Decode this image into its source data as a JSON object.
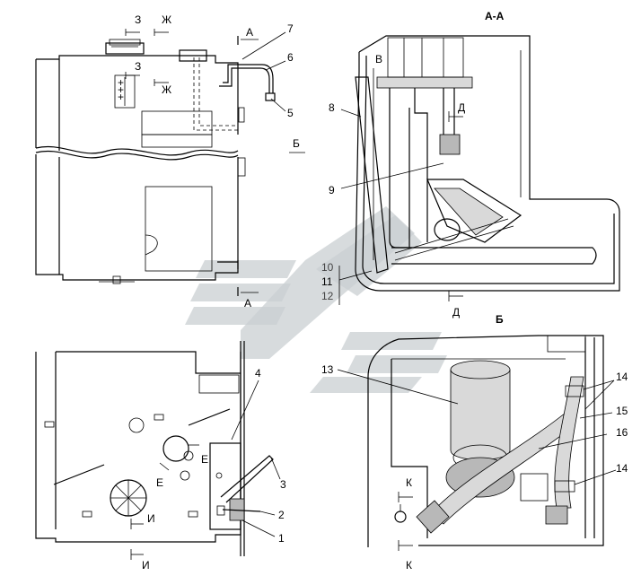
{
  "section_labels": {
    "z_top_left": "З",
    "zh_top_left": "Ж",
    "z_mid_left": "З",
    "zh_mid_left": "Ж",
    "a_top": "А",
    "a_bottom": "А",
    "b_arrow": "Б",
    "aa_title": "А-А",
    "v_label": "В",
    "d_top": "Д",
    "d_bottom": "Д",
    "b_title": "Б",
    "k_top": "К",
    "k_bottom": "К",
    "e_left": "Е",
    "e_right": "Е",
    "i_top": "И",
    "i_bottom": "И"
  },
  "callouts": {
    "c1": "1",
    "c2": "2",
    "c3": "3",
    "c4": "4",
    "c5": "5",
    "c6": "6",
    "c7": "7",
    "c8": "8",
    "c9": "9",
    "c10": "10",
    "c11": "11",
    "c12": "12",
    "c13": "13",
    "c14a": "14",
    "c14b": "14",
    "c15": "15",
    "c16": "16"
  }
}
